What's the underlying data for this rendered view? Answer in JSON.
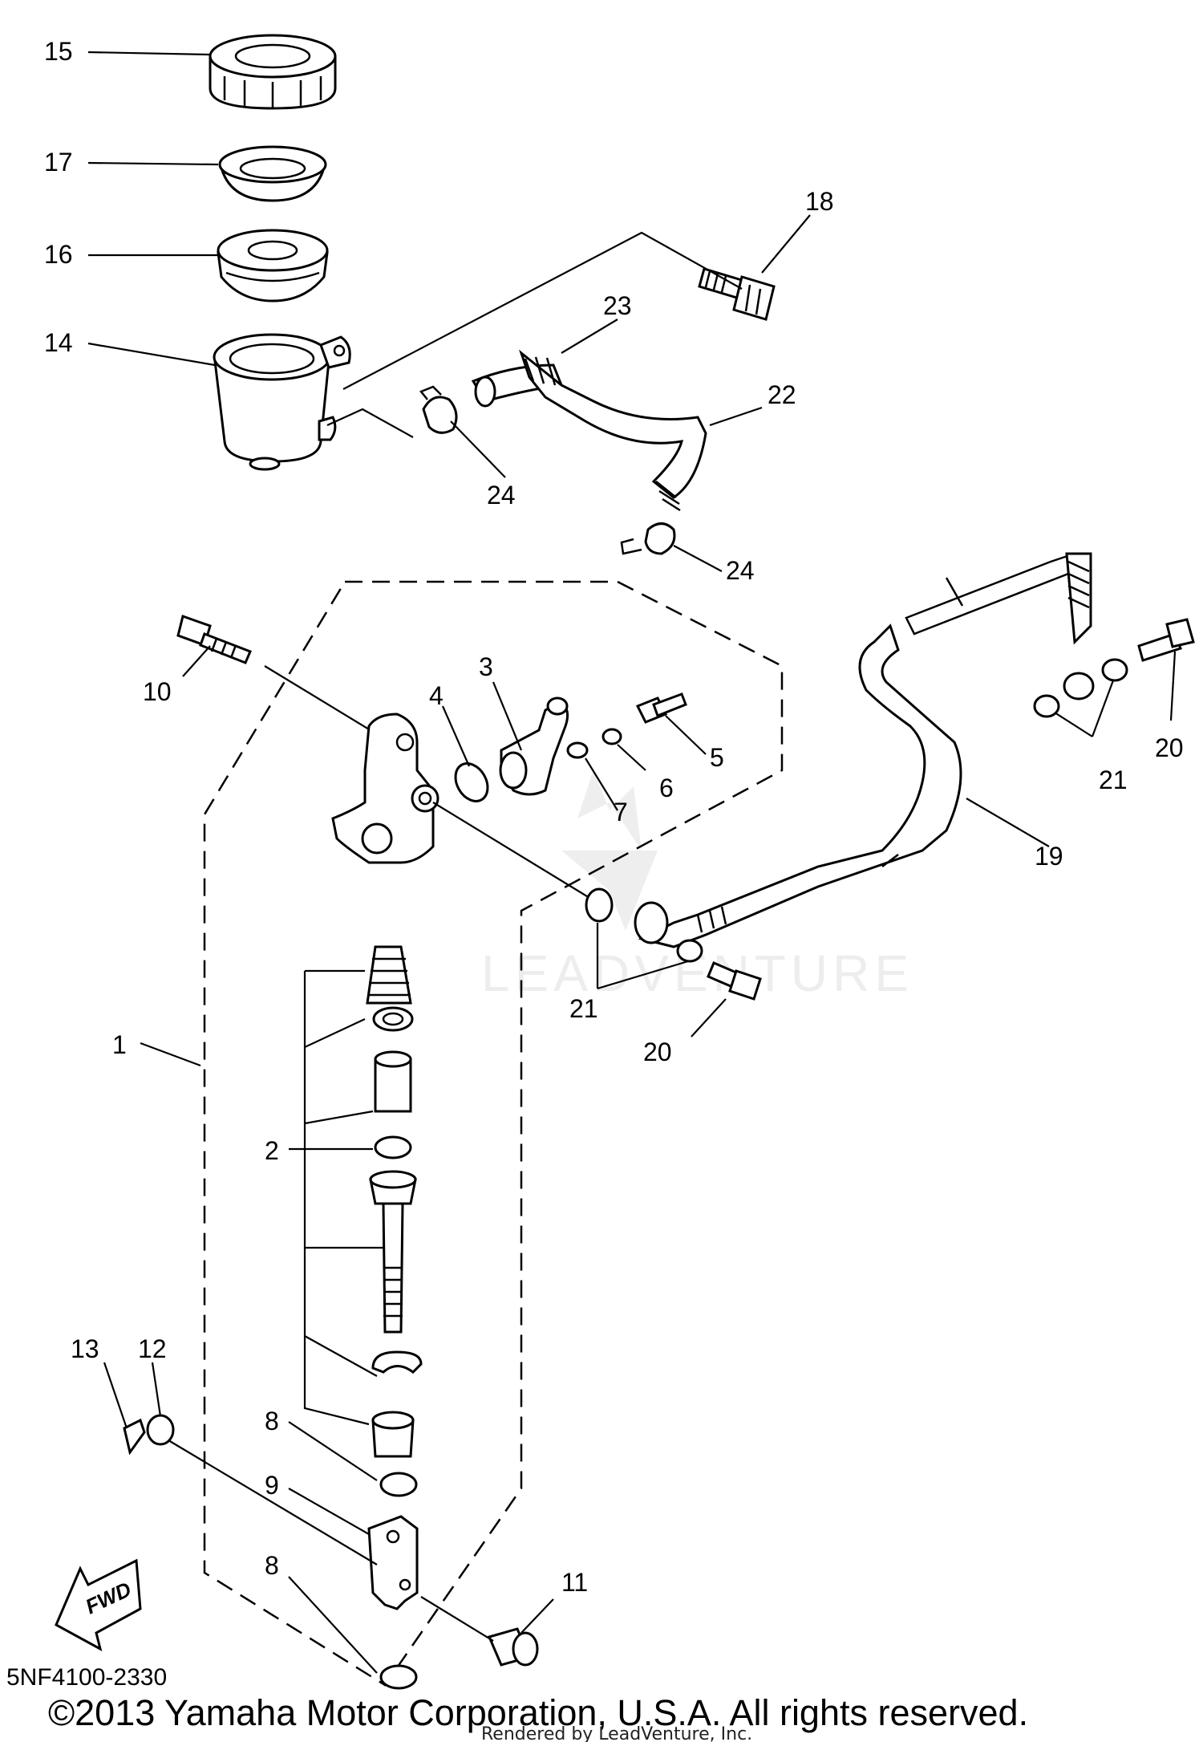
{
  "diagram": {
    "callouts": [
      "1",
      "2",
      "3",
      "4",
      "5",
      "6",
      "7",
      "8",
      "8",
      "9",
      "10",
      "11",
      "12",
      "13",
      "14",
      "15",
      "16",
      "17",
      "18",
      "19",
      "20",
      "20",
      "21",
      "21",
      "22",
      "23",
      "24",
      "24"
    ],
    "watermark": "LEADVENTURE",
    "fwd_label": "FWD",
    "diagram_code": "5NF4100-2330",
    "copyright": "©2013 Yamaha Motor Corporation, U.S.A. All rights reserved.",
    "rendered_by": "Rendered by LeadVenture, Inc."
  }
}
